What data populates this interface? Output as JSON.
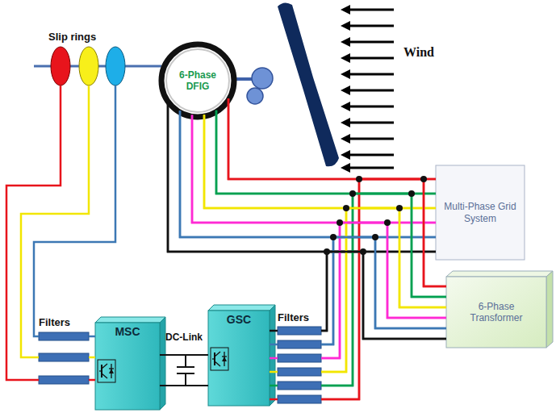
{
  "diagram": {
    "nodes": [
      {
        "text": [
          "6-Phase DFIG"
        ]
      },
      {
        "text": [
          "Filters"
        ]
      },
      {
        "text": [
          "MSC"
        ]
      },
      {
        "text": [
          "GSC"
        ]
      },
      {
        "text": [
          "Filters"
        ]
      },
      {
        "text": [
          "Multi-Phase Grid System"
        ]
      },
      {
        "text": [
          "6-Phase Transformer"
        ]
      }
    ],
    "edges": [
      {
        "from": 0,
        "to": 1,
        "arrow": "none"
      },
      {
        "from": 1,
        "to": 2,
        "arrow": "none"
      },
      {
        "from": 2,
        "to": 3,
        "arrow": "none"
      },
      {
        "from": 3,
        "to": 4,
        "arrow": "none"
      },
      {
        "from": 0,
        "to": 5,
        "arrow": "none"
      },
      {
        "from": 0,
        "to": 6,
        "arrow": "none"
      },
      {
        "from": 4,
        "to": 5,
        "arrow": "none"
      },
      {
        "from": 4,
        "to": 6,
        "arrow": "none"
      }
    ],
    "labels": [
      "Slip rings",
      "Wind",
      "DC-Link"
    ]
  }
}
